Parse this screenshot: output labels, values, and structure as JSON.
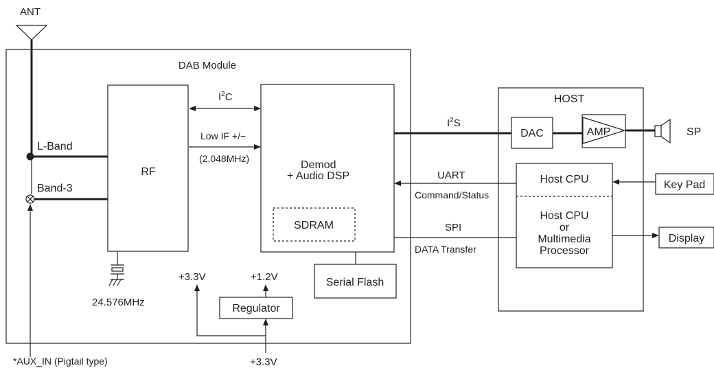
{
  "labels": {
    "antenna": "ANT",
    "module": "DAB Module",
    "l_band": "L-Band",
    "band3": "Band-3",
    "rf": "RF",
    "i2c_base": "I",
    "i2c_sup": "2",
    "i2c_tail": "C",
    "low_if": "Low IF +/−",
    "low_if_freq": "(2.048MHz)",
    "demod_line1": "Demod",
    "demod_line2": "+ Audio DSP",
    "sdram": "SDRAM",
    "crystal_freq": "24.576MHz",
    "v33_left": "+3.3V",
    "v12": "+1.2V",
    "regulator": "Regulator",
    "serial_flash": "Serial Flash",
    "aux_in": "*AUX_IN (Pigtail type)",
    "v33_bottom": "+3.3V",
    "i2s_base": "I",
    "i2s_sup": "2",
    "i2s_tail": "S",
    "uart": "UART",
    "cmd_status": "Command/Status",
    "spi": "SPI",
    "data_transfer": "DATA Transfer",
    "host": "HOST",
    "dac": "DAC",
    "amp": "AMP",
    "sp": "SP",
    "host_cpu": "Host CPU",
    "host_cpu2_line1": "Host CPU",
    "host_cpu2_line2": "or",
    "host_cpu2_line3": "Multimedia",
    "host_cpu2_line4": "Processor",
    "key_pad": "Key Pad",
    "display": "Display"
  },
  "colors": {
    "ink": "#231f20",
    "background": "#ffffff"
  }
}
